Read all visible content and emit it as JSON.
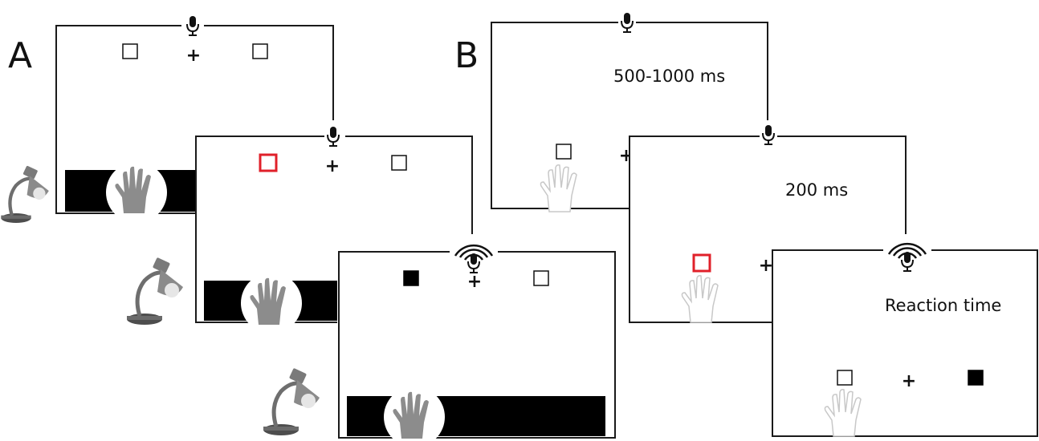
{
  "panels": {
    "a": {
      "letter": "A",
      "fixation": "+"
    },
    "b": {
      "letter": "B",
      "fixation": "+",
      "durations": [
        "500-1000 ms",
        "200 ms",
        "Reaction time"
      ]
    }
  },
  "colors": {
    "frame": "#1a1a1a",
    "cue": "#e0202a",
    "target": "#000000",
    "occluder": "#000000",
    "hand": "#8c8c8c",
    "ghost_hand": "#cfcfcf",
    "lamp": "#7a7a7a"
  },
  "icons": [
    "microphone-icon",
    "sound-wave-icon",
    "hand-icon",
    "desk-lamp-icon"
  ]
}
